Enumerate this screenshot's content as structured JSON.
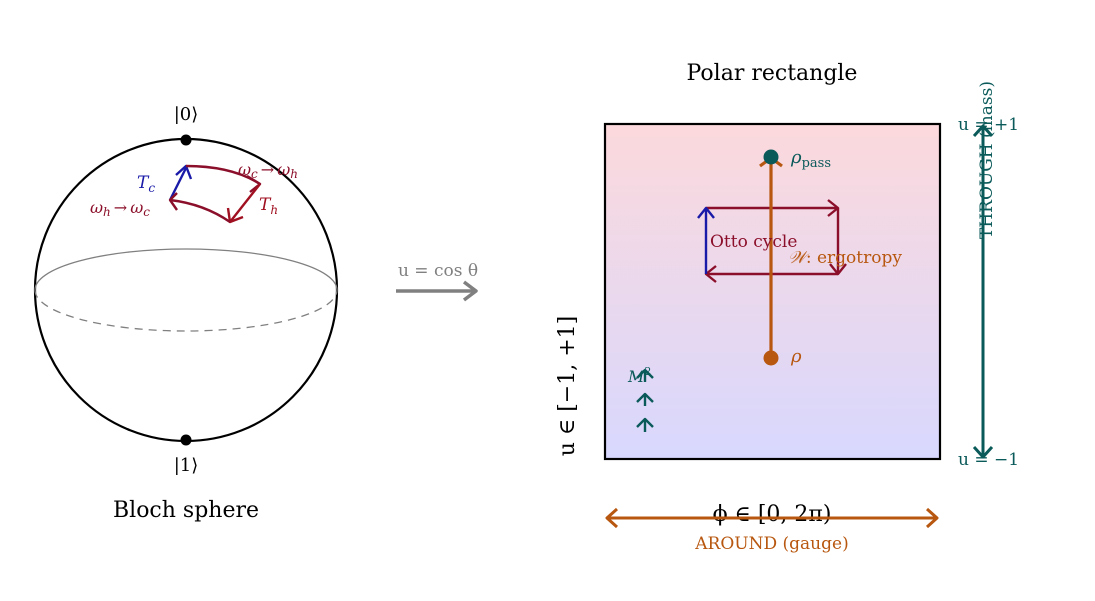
{
  "bloch": {
    "ket_zero": "|0⟩",
    "ket_one": "|1⟩",
    "title": "Bloch sphere",
    "t_c": "T",
    "t_c_sub": "c",
    "t_h": "T",
    "t_h_sub": "h",
    "omega_c_to_h": "ω",
    "omega_c_to_h_sub": "c",
    "omega_c_to_h_arrow": "→",
    "omega_c_to_h_target": "ω",
    "omega_c_to_h_target_sub": "h",
    "omega_h_to_c": "ω",
    "omega_h_to_c_sub": "h",
    "omega_h_to_c_arrow": "→",
    "omega_h_to_c_target": "ω",
    "omega_h_to_c_target_sub": "c"
  },
  "map": {
    "label": "u = cos θ"
  },
  "rect": {
    "title": "Polar rectangle",
    "rho_pass": "ρ",
    "rho_pass_sub": "pass",
    "rho": "ρ",
    "otto": "Otto cycle",
    "ergotropy_symbol": "𝒲",
    "ergotropy_text": ": ergotropy",
    "m2": "M",
    "m2_sup": "2",
    "u_axis": "u ∈ [−1, +1]",
    "phi_axis": "ϕ ∈ [0, 2π)",
    "around": "AROUND (gauge)",
    "through": "THROUGH (mass)",
    "u_top": "u = +1",
    "u_bottom": "u = −1"
  },
  "colors": {
    "gradient_top": "#fcd9dc",
    "gradient_bottom": "#d8d8fe",
    "teal": "#0b5a5a",
    "orange": "#b8570f",
    "crimson": "#8b0f2a",
    "blue": "#1a1aa8",
    "gray": "#888888"
  }
}
